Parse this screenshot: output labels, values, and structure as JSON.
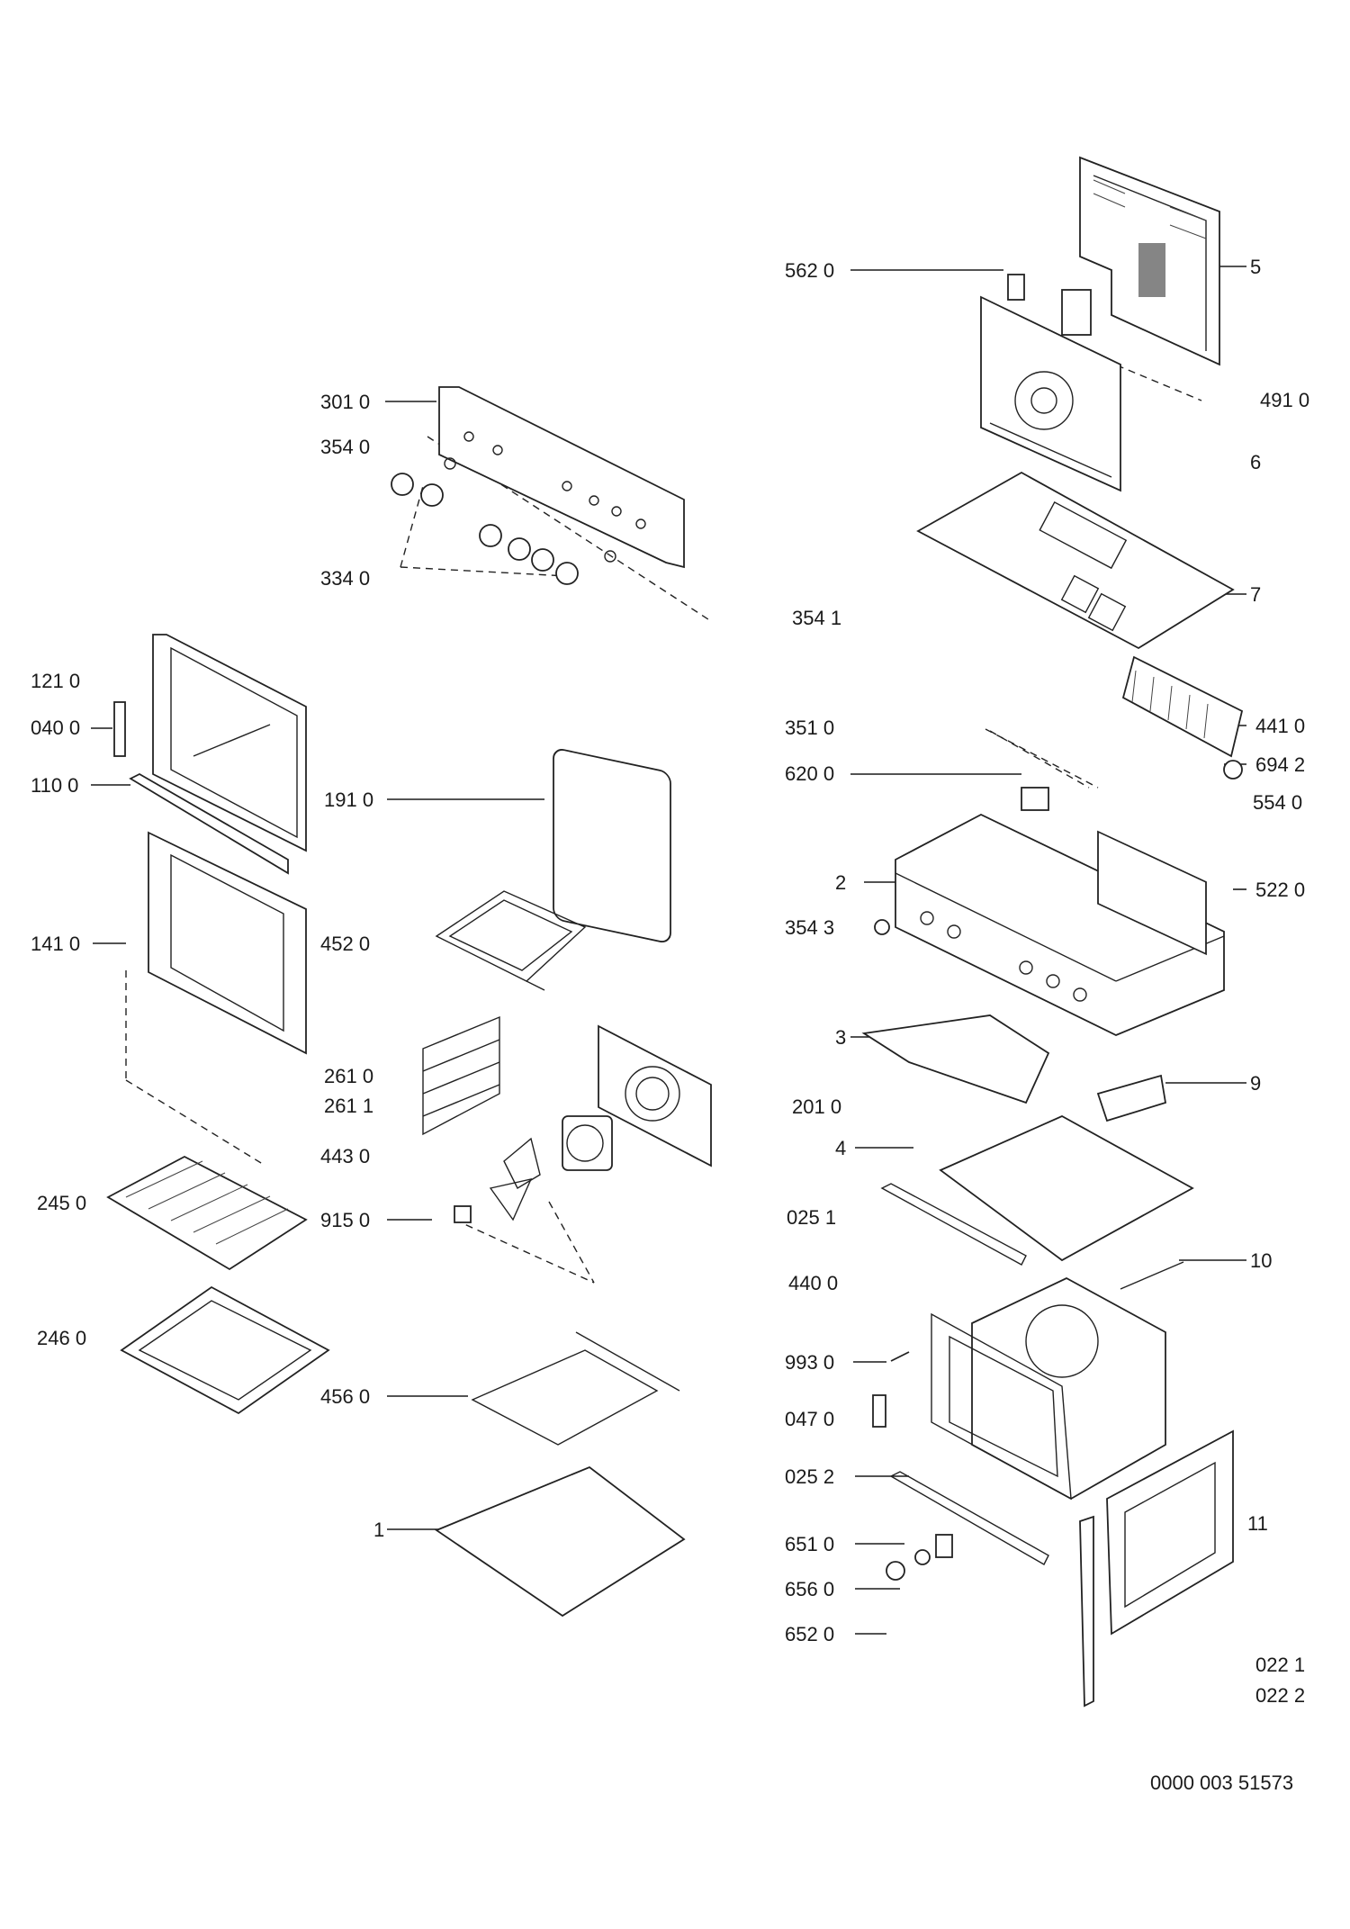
{
  "labels": {
    "l_5620": "562 0",
    "l_5": "5",
    "l_4910": "491 0",
    "l_6": "6",
    "l_3010": "301 0",
    "l_3540": "354 0",
    "l_3340": "334 0",
    "l_3541": "354 1",
    "l_7": "7",
    "l_1210": "121 0",
    "l_0400": "040 0",
    "l_1100": "110 0",
    "l_4410": "441 0",
    "l_3510": "351 0",
    "l_6942": "694 2",
    "l_6200": "620 0",
    "l_5540": "554 0",
    "l_1910": "191 0",
    "l_2": "2",
    "l_5220": "522 0",
    "l_1410": "141 0",
    "l_4520": "452 0",
    "l_3543": "354 3",
    "l_3": "3",
    "l_2610": "261 0",
    "l_2611": "261 1",
    "l_2010": "201 0",
    "l_9": "9",
    "l_4430": "443 0",
    "l_4": "4",
    "l_2450": "245 0",
    "l_9150": "915 0",
    "l_0251": "025 1",
    "l_10": "10",
    "l_4400": "440 0",
    "l_2460": "246 0",
    "l_9930": "993 0",
    "l_4560": "456 0",
    "l_0470": "047 0",
    "l_0252": "025 2",
    "l_1": "1",
    "l_6510": "651 0",
    "l_11": "11",
    "l_6560": "656 0",
    "l_6520": "652 0",
    "l_0221": "022 1",
    "l_0222": "022 2"
  },
  "drawing_number": "0000 003 51573"
}
